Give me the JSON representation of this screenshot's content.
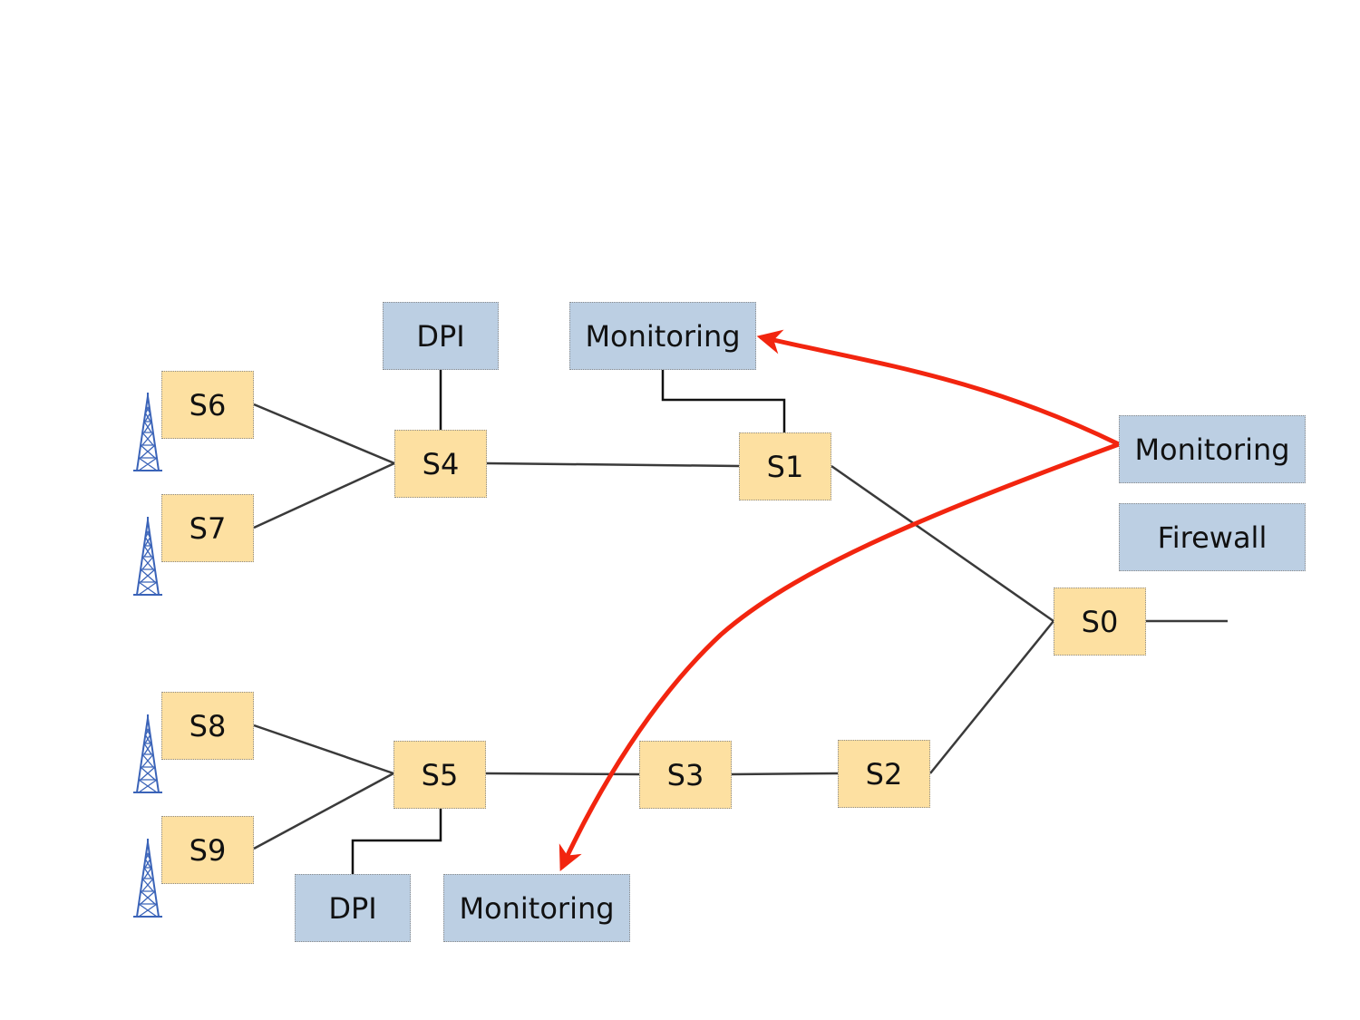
{
  "switches": {
    "s0": "S0",
    "s1": "S1",
    "s2": "S2",
    "s3": "S3",
    "s4": "S4",
    "s5": "S5",
    "s6": "S6",
    "s7": "S7",
    "s8": "S8",
    "s9": "S9"
  },
  "functions": {
    "dpi_top": "DPI",
    "monitoring_top": "Monitoring",
    "monitoring_right": "Monitoring",
    "firewall_right": "Firewall",
    "dpi_bottom": "DPI",
    "monitoring_bottom": "Monitoring"
  },
  "colors": {
    "switch_fill": "#fde0a1",
    "function_fill": "#bccfe3",
    "link": "#3a3a3a",
    "migration_arrow": "#f2250f",
    "tower": "#3a63b8"
  },
  "icons": {
    "base_station": "cell-tower-icon"
  }
}
